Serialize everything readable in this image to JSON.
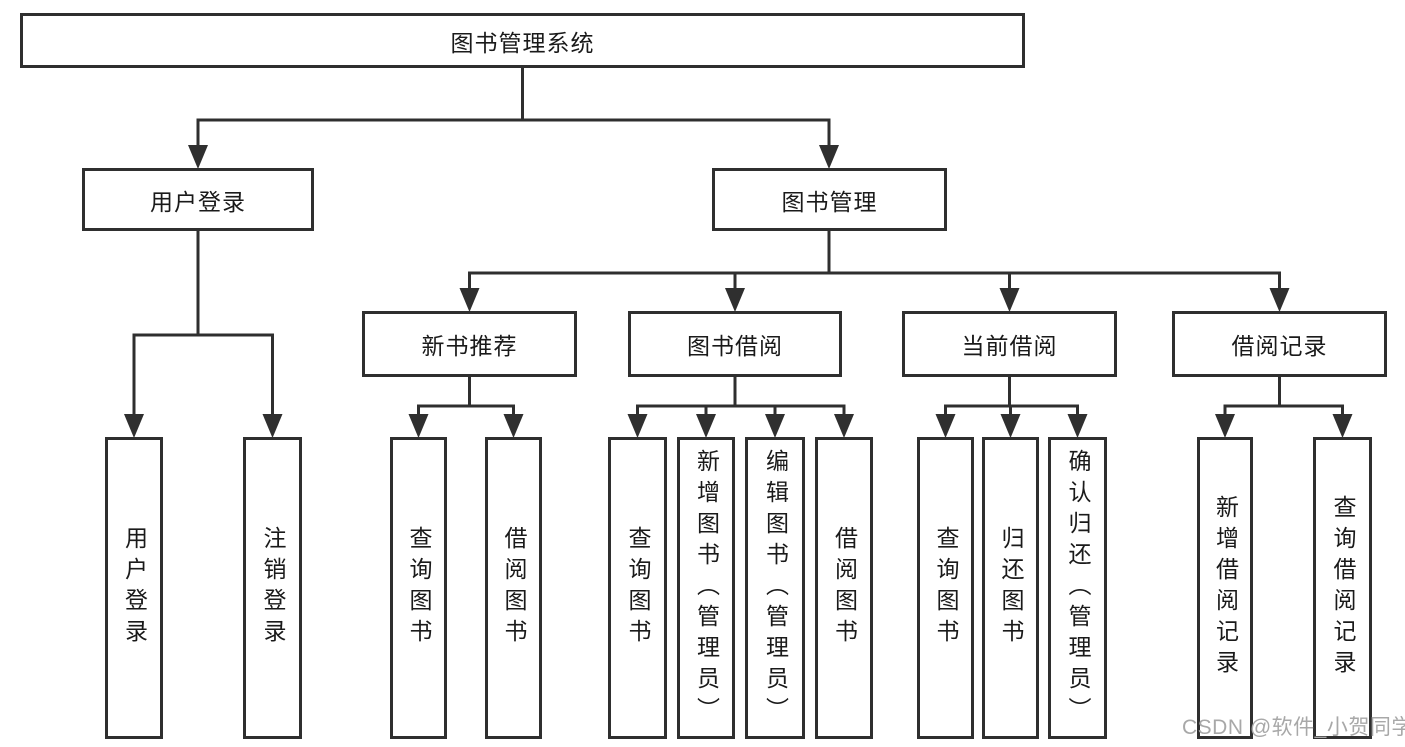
{
  "tree": {
    "root": "图书管理系统",
    "level2": [
      {
        "label": "用户登录",
        "leaves": [
          "用户登录",
          "注销登录"
        ]
      },
      {
        "label": "图书管理",
        "groups": [
          {
            "label": "新书推荐",
            "leaves": [
              "查询图书",
              "借阅图书"
            ]
          },
          {
            "label": "图书借阅",
            "leaves": [
              "查询图书",
              "新增图书（管理员）",
              "编辑图书（管理员）",
              "借阅图书"
            ]
          },
          {
            "label": "当前借阅",
            "leaves": [
              "查询图书",
              "归还图书",
              "确认归还（管理员）"
            ]
          },
          {
            "label": "借阅记录",
            "leaves": [
              "新增借阅记录",
              "查询借阅记录"
            ]
          }
        ]
      }
    ]
  },
  "watermark": "CSDN @软件_小贺同学",
  "colors": {
    "line": "#2f2f2f",
    "text": "#1a1a1a",
    "watermark_gray": "#a8a8a8",
    "background": "#ffffff"
  }
}
